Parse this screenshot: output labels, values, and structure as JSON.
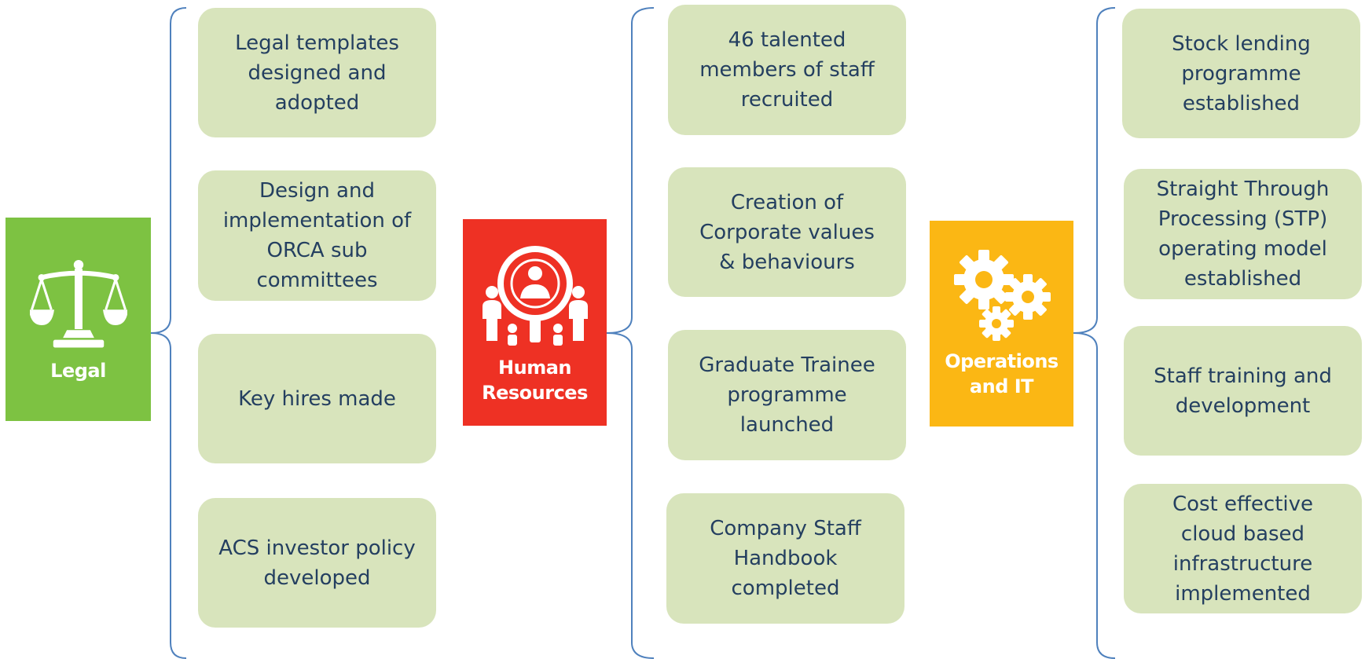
{
  "colors": {
    "legal": "#7dc242",
    "hr": "#ee3124",
    "ops": "#fbb714",
    "box": "#d8e4bc",
    "text": "#243f60",
    "bracket": "#4f81bd"
  },
  "categories": [
    {
      "label": "Legal",
      "icon": "scales-icon",
      "items": [
        "Legal templates\ndesigned and\nadopted",
        "Design and\nimplementation of\nORCA sub\ncommittees",
        "Key hires made",
        "ACS investor policy\ndeveloped"
      ]
    },
    {
      "label": "Human\nResources",
      "icon": "people-search-icon",
      "items": [
        "46 talented\nmembers of staff\nrecruited",
        "Creation of\nCorporate values\n& behaviours",
        "Graduate Trainee\nprogramme\nlaunched",
        "Company Staff\nHandbook\ncompleted"
      ]
    },
    {
      "label": "Operations\nand IT",
      "icon": "gears-icon",
      "items": [
        "Stock lending\nprogramme\nestablished",
        "Straight Through\nProcessing (STP)\noperating model\nestablished",
        "Staff training and\ndevelopment",
        "Cost effective\ncloud based\ninfrastructure\nimplemented"
      ]
    }
  ]
}
